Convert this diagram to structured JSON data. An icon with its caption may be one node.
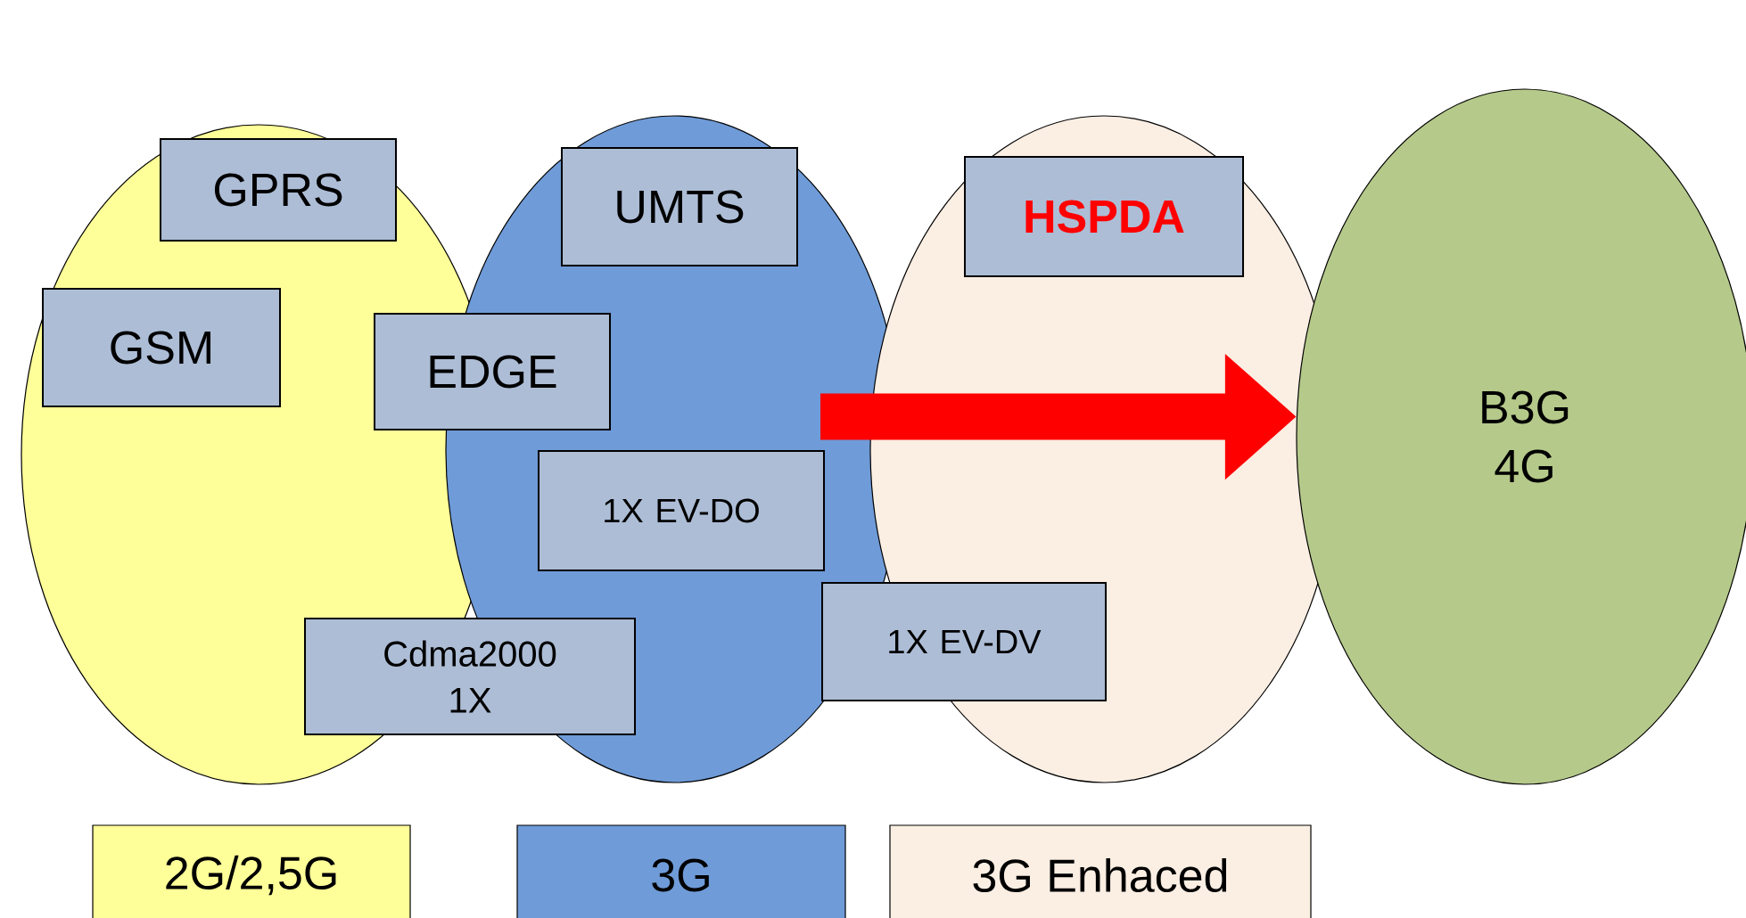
{
  "diagram": {
    "nodes": [
      {
        "text": [],
        "shape": "ellipse"
      },
      {
        "text": [
          "GPRS"
        ],
        "in": 0
      },
      {
        "text": [
          "GSM"
        ],
        "in": 0
      },
      {
        "text": [],
        "shape": "ellipse"
      },
      {
        "text": [
          "UMTS"
        ],
        "in": 3
      },
      {
        "text": [
          "EDGE"
        ]
      },
      {
        "text": [
          "1X EV-DO"
        ],
        "in": 3
      },
      {
        "text": [
          "Cdma2000 1X"
        ]
      },
      {
        "text": [],
        "shape": "ellipse"
      },
      {
        "text": [
          "HSPDA"
        ],
        "in": 8
      },
      {
        "text": [
          "1X EV-DV"
        ]
      },
      {
        "text": [
          "B3G 4G"
        ]
      }
    ],
    "edges": [
      {
        "from": null,
        "to": 11,
        "arrow": "to",
        "color": "#ff0000"
      }
    ],
    "legend": [
      {
        "text": "2G/2,5G",
        "color": "#ffff99"
      },
      {
        "text": "3G",
        "color": "#6f9bd8"
      },
      {
        "text": "3G Enhaced",
        "color": "#fbeee3"
      }
    ]
  }
}
